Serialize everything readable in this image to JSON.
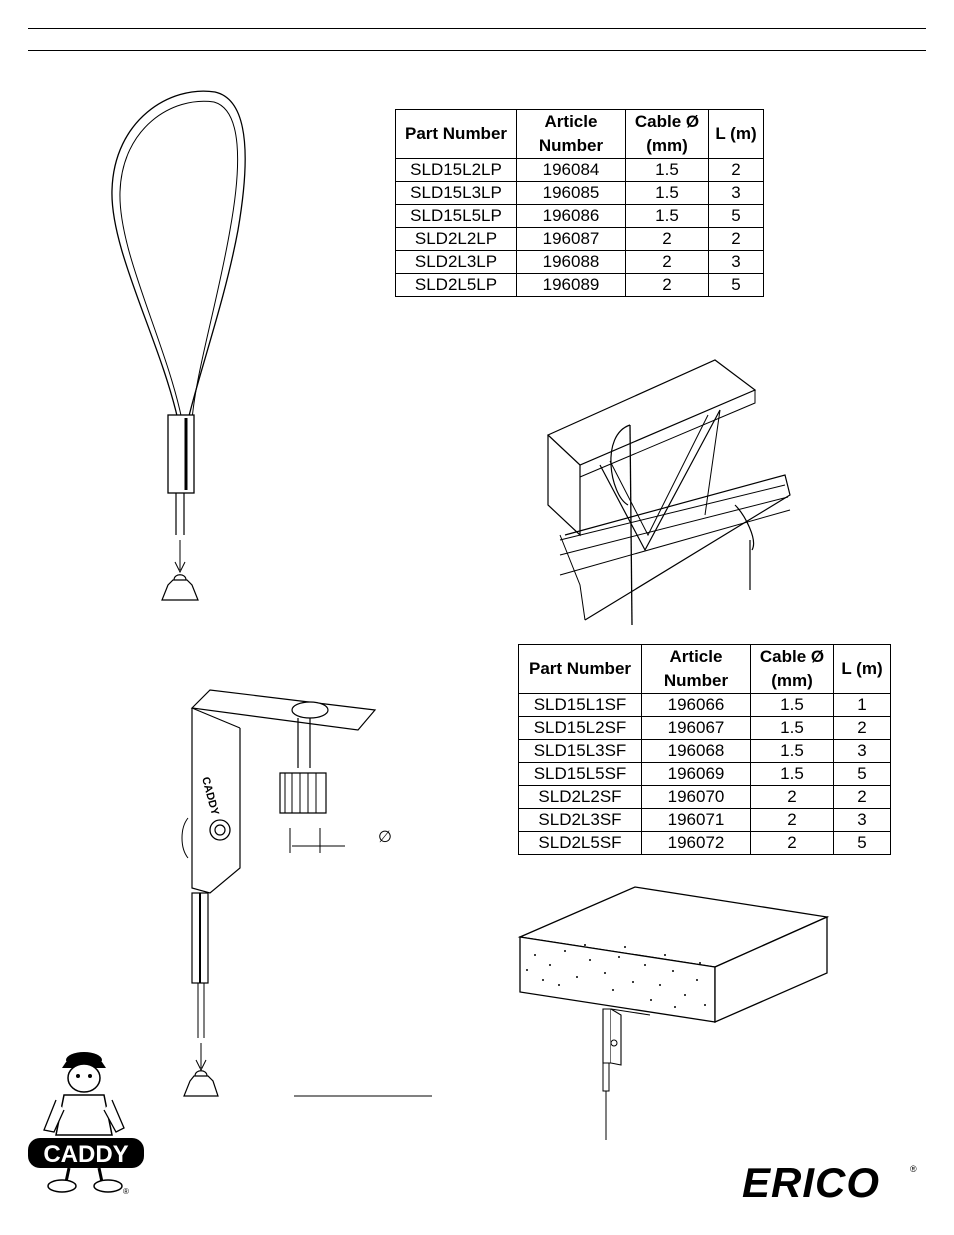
{
  "tables": [
    {
      "headers": [
        {
          "line1": "Part Number",
          "line2": ""
        },
        {
          "line1": "Article",
          "line2": "Number"
        },
        {
          "line1": "Cable Ø",
          "line2": "(mm)"
        },
        {
          "line1": "L (m)",
          "line2": ""
        }
      ],
      "rows": [
        [
          "SLD15L2LP",
          "196084",
          "1.5",
          "2"
        ],
        [
          "SLD15L3LP",
          "196085",
          "1.5",
          "3"
        ],
        [
          "SLD15L5LP",
          "196086",
          "1.5",
          "5"
        ],
        [
          "SLD2L2LP",
          "196087",
          "2",
          "2"
        ],
        [
          "SLD2L3LP",
          "196088",
          "2",
          "3"
        ],
        [
          "SLD2L5LP",
          "196089",
          "2",
          "5"
        ]
      ]
    },
    {
      "headers": [
        {
          "line1": "Part Number",
          "line2": ""
        },
        {
          "line1": "Article",
          "line2": "Number"
        },
        {
          "line1": "Cable Ø",
          "line2": "(mm)"
        },
        {
          "line1": "L (m)",
          "line2": ""
        }
      ],
      "rows": [
        [
          "SLD15L1SF",
          "196066",
          "1.5",
          "1"
        ],
        [
          "SLD15L2SF",
          "196067",
          "1.5",
          "2"
        ],
        [
          "SLD15L3SF",
          "196068",
          "1.5",
          "3"
        ],
        [
          "SLD15L5SF",
          "196069",
          "1.5",
          "5"
        ],
        [
          "SLD2L2SF",
          "196070",
          "2",
          "2"
        ],
        [
          "SLD2L3SF",
          "196071",
          "2",
          "3"
        ],
        [
          "SLD2L5SF",
          "196072",
          "2",
          "5"
        ]
      ]
    }
  ],
  "drawings": {
    "bracket_label": "CADDY",
    "diameter_symbol": "∅"
  },
  "logos": {
    "caddy": "CADDY",
    "erico": "ERICO",
    "registered": "®"
  }
}
